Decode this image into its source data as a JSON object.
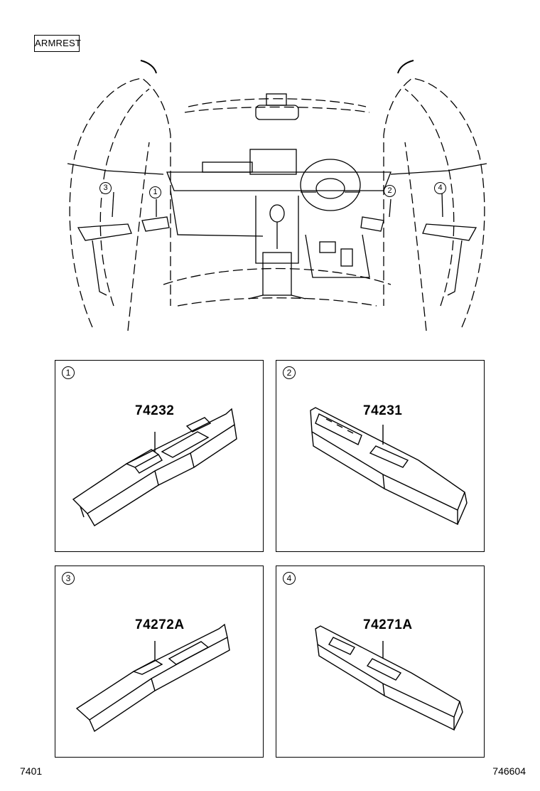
{
  "header": {
    "section_label": "ARMREST"
  },
  "overview": {
    "callouts": [
      "3",
      "1",
      "2",
      "4"
    ]
  },
  "panels": [
    {
      "number": "1",
      "part_code": "74232"
    },
    {
      "number": "2",
      "part_code": "74231"
    },
    {
      "number": "3",
      "part_code": "74272A"
    },
    {
      "number": "4",
      "part_code": "74271A"
    }
  ],
  "footer": {
    "left_code": "7401",
    "right_code": "746604"
  }
}
